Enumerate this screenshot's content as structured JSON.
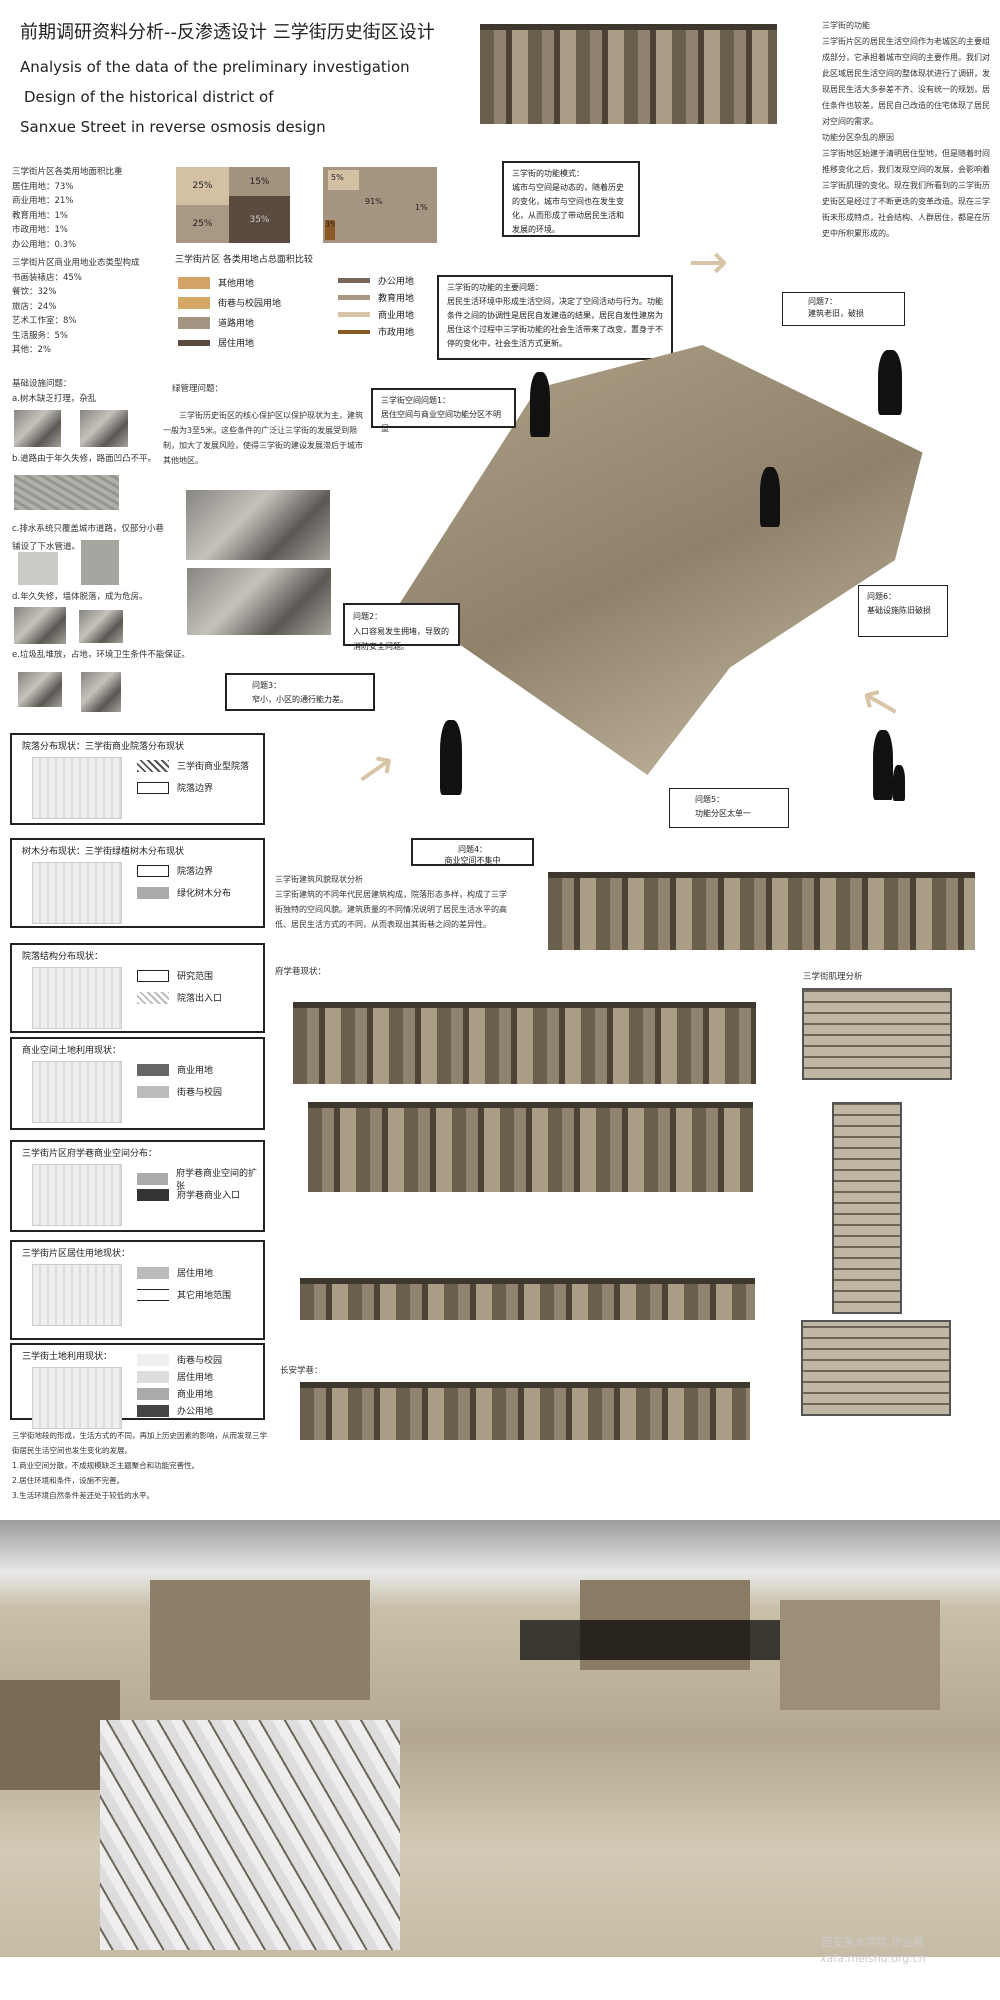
{
  "title": {
    "cn": "前期调研资料分析--反渗透设计 三学街历史街区设计",
    "en1": "Analysis of the data of the preliminary investigation",
    "en2": " Design of the historical district of",
    "en3": "Sanxue Street in reverse osmosis design"
  },
  "right_text": {
    "h1": "三学街的功能",
    "p1": "三学街片区的居民生活空间作为老城区的主要组成部分，它承担着城市空间的主要作用。我们对此区域居民生活空间的整体现状进行了调研，发现居民生活大多参差不齐、没有统一的规划，居住条件也较差，居民自己改造的住宅体现了居民对空间的需求。",
    "h2": "功能分区杂乱的原因",
    "p2": "三学街地区始建于清明居住型地，但是随着时间推移变化之后，我们发现空间的发展，会影响着三学街肌理的变化。现在我们所看到的三学街历史街区是经过了不断更迭的变革改造。现在三学街未形成特点，社会结构、人群居住，都是在历史中所积累形成的。"
  },
  "stats": {
    "land_title": "三学街片区各类用地面积比重",
    "land": [
      "居住用地：73%",
      "商业用地：21%",
      "教育用地：1%",
      "市政用地：1%",
      "办公用地：0.3%"
    ],
    "biz_title": "三学街片区商业用地业态类型构成",
    "biz": [
      "书画装裱店：45%",
      "餐饮：32%",
      "旅店：24%",
      "艺术工作室：8%",
      "生活服务：5%",
      "其他：2%"
    ]
  },
  "chart_data": [
    {
      "type": "treemap",
      "values": [
        {
          "label": "25%",
          "value": 25
        },
        {
          "label": "15%",
          "value": 15
        },
        {
          "label": "25%",
          "value": 25
        },
        {
          "label": "35%",
          "value": 35
        }
      ]
    },
    {
      "type": "treemap",
      "values": [
        {
          "label": "5%",
          "value": 5
        },
        {
          "label": "91%",
          "value": 91
        },
        {
          "label": "3%",
          "value": 3
        },
        {
          "label": "1%",
          "value": 1
        }
      ]
    }
  ],
  "legend": {
    "caption": "三学街片区 各类用地占总面积比较",
    "items": [
      {
        "label": "其他用地",
        "color": "#d2a266"
      },
      {
        "label": "街巷与校园用地",
        "color": "#d6a866"
      },
      {
        "label": "道路用地",
        "color": "#a49582"
      },
      {
        "label": "居住用地",
        "color": "#5b4a3f"
      },
      {
        "label": "办公用地",
        "color": "#7a6658"
      },
      {
        "label": "教育用地",
        "color": "#a99886"
      },
      {
        "label": "商业用地",
        "color": "#d8c4a6"
      },
      {
        "label": "市政用地",
        "color": "#8b5a24"
      }
    ]
  },
  "boxes": {
    "func_mode": {
      "h": "三学街的功能模式：",
      "p": "城市与空间是动态的，随着历史的变化，城市与空间也在发生变化，从而形成了带动居民生活和发展的环境。"
    },
    "main_problem": {
      "h": "三学街的功能的主要问题：",
      "p": "居民生活环境中形成生活空间，决定了空间活动与行为。功能条件之间的协调性是居民自发建造的结果，居民自发性建房为居住这个过程中三学街功能的社会生活带来了改变，置身于不停的变化中，社会生活方式更新。"
    },
    "q1": {
      "h": "三学街空间问题1：",
      "p": "居住空间与商业空间功能分区不明显"
    },
    "q2": {
      "h": "问题2：",
      "p": "入口容易发生拥堵，导致的消防安全问题。"
    },
    "q3": {
      "h": "问题3：",
      "p": "窄小，小区的通行能力差。"
    },
    "q4": {
      "h": "问题4：",
      "p": "商业空间不集中"
    },
    "q5": {
      "h": "问题5：",
      "p": "功能分区太单一"
    },
    "q6": {
      "h": "问题6：",
      "p": "基础设施陈旧破损"
    },
    "q7": {
      "h": "问题7：",
      "p": "建筑老旧，破损"
    }
  },
  "infra": {
    "title": "基础设施问题：",
    "a": "a.树木缺乏打理，杂乱",
    "b": "b.道路由于年久失修，路面凹凸不平。",
    "c": "c.排水系统只覆盖城市道路，仅部分小巷铺设了下水管道。",
    "d": "d.年久失修，墙体脱落，成为危房。",
    "e": "e.垃圾乱堆放，占地，环境卫生条件不能保证。"
  },
  "green": {
    "title": "绿管理问题：",
    "p": "三学街历史街区的核心保护区以保护现状为主，建筑一般为3至5米。这些条件的广泛让三学街的发展受到限制，加大了发展风险，使得三学街的建设发展滞后于城市其他地区。"
  },
  "maps": [
    {
      "title": "院落分布现状：三学街商业院落分布现状",
      "legend": [
        "三学街商业型院落",
        "院落边界"
      ]
    },
    {
      "title": "树木分布现状：三学街绿植树木分布现状",
      "legend": [
        "院落边界",
        "绿化树木分布"
      ]
    },
    {
      "title": "院落结构分布现状：",
      "legend": [
        "研究范围",
        "院落出入口"
      ]
    },
    {
      "title": "商业空间土地利用现状：",
      "legend": [
        "商业用地",
        "街巷与校园"
      ]
    },
    {
      "title": "三学街片区府学巷商业空间分布：",
      "legend": [
        "府学巷商业空间的扩张",
        "府学巷商业入口"
      ]
    },
    {
      "title": "三学街片区居住用地现状：",
      "legend": [
        "居住用地",
        "其它用地范围"
      ]
    },
    {
      "title": "三学街土地利用现状：",
      "legend": [
        "街巷与校园",
        "居住用地",
        "商业用地",
        "办公用地"
      ]
    }
  ],
  "bottom_left": [
    "三学街地段的形成，生活方式的不同，再加上历史因素的影响，从而发现三学街居民生活空间也发生变化的发展。",
    "1.商业空间分散，不成规模缺乏主题聚合和功能完善性。",
    "2.居住环境和条件，设施不完善。",
    "3.生活环境自然条件差还处于较低的水平。"
  ],
  "building": {
    "h": "三学街建筑风貌现状分析",
    "p": "三学街建筑的不同年代民居建筑构成，院落形态多样，构成了三学街独特的空间风貌。建筑质量的不同情况说明了居民生活水平的高低、居民生活方式的不同，从而表现出其街巷之间的差异性。"
  },
  "street_label": "府学巷现状：",
  "changan_label": "长安学巷：",
  "texture_label": "三学街肌理分析",
  "watermark": {
    "school": "西安美术学院 毕业展",
    "url": "xafa.meishu.org.cn"
  }
}
